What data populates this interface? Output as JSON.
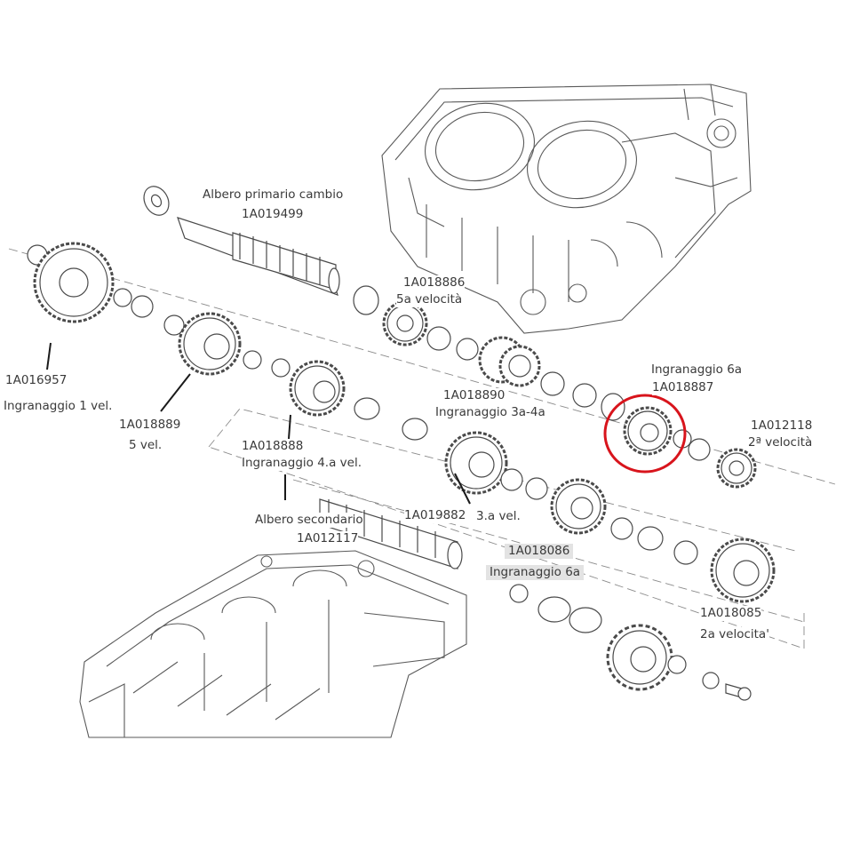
{
  "labels": {
    "albero_primario": "Albero primario cambio",
    "albero_primario_code": "1A019499",
    "gear_5a_code": "1A018886",
    "gear_5a_name": "5a velocità",
    "ing_6a_title": "Ingranaggio 6a",
    "ing_6a_code": "1A018887",
    "gear_1_code": "1A016957",
    "gear_1_name": "Ingranaggio 1 vel.",
    "gear_3a4a_code": "1A018890",
    "gear_3a4a_name": "Ingranaggio 3a-4a",
    "gear_2a_code": "1A012118",
    "gear_2a_name": "2ª velocità",
    "gear_5vel_code": "1A018889",
    "gear_5vel_name": "5 vel.",
    "gear_4a_code": "1A018888",
    "gear_4a_name": "Ingranaggio 4.a vel.",
    "albero_secondario": "Albero secondario",
    "albero_secondario_code": "1A012117",
    "gear_3vel_code": "1A019882",
    "gear_3vel_name": "3.a vel.",
    "sec_6a_code": "1A018086",
    "sec_6a_name": "Ingranaggio 6a",
    "sec_2a_code": "1A018085",
    "sec_2a_name": "2a velocita'"
  },
  "colors": {
    "line": "#4a4a4a",
    "faint": "#9a9a9a",
    "highlight_circle": "#d8141c",
    "label_text": "#3a3a3a",
    "label_highlight_bg": "#e3e3e3"
  }
}
